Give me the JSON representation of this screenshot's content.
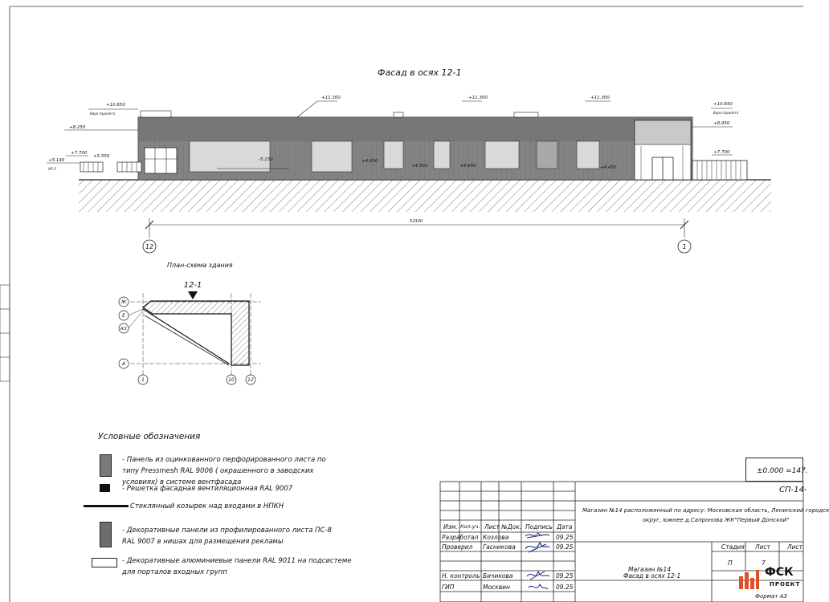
{
  "drawing": {
    "facade_title": "Фасад в осях 12-1",
    "overall_dimension": "52300",
    "axis_left": "12",
    "axis_right": "1",
    "elevations": {
      "m10650_left": "+10.650",
      "verh_parapeta_left": "Верх парапета",
      "m8250": "+8.250",
      "m7700_left": "+7.700",
      "m5550": "+5.550",
      "m5140": "+5.140",
      "ur_z": "УР.З",
      "m11300_a": "+11.300",
      "m11300_b": "+11.300",
      "m11300_c": "+11.300",
      "m5150": "-5.150",
      "m4950": "+4.950",
      "m4501": "+4.501",
      "m4650": "+4.650",
      "m4450": "+4.450",
      "m10650_right": "+10.650",
      "verh_parapeta_right": "Верх парапета",
      "m8950": "+8.950",
      "m7700_right": "+7.700"
    }
  },
  "plan": {
    "title": "План-схема здания",
    "view_label": "12-1",
    "axes_left": [
      "Ж",
      "Е",
      "А/1",
      "А"
    ],
    "axes_bottom": [
      "1",
      "10",
      "12"
    ]
  },
  "legend": {
    "title": "Условные обозначения",
    "items": [
      "- Панель из оцинкованного перфорированного листа по типу Pressmesh RAL 9006  ( окрашенного в заводских условиях) в системе вентфасада",
      "- Решетка фасадная вентиляционная RAL 9007",
      "Стеклянный козырек над входами в НПКН",
      "-  Декоративные панели из профилированного листа ПС-8 RAL 9007  в нишах для размещения рекламы",
      "-  Декоративные  алюминиевые панели RAL 9011 на подсистеме для порталов входных групп"
    ]
  },
  "titleblock": {
    "zero_mark": "±0.000 =147.",
    "code": "СП-14-",
    "headers": [
      "Изм.",
      "Кол.уч.",
      "Лист",
      "№Док.",
      "Подпись",
      "Дата"
    ],
    "rows": [
      {
        "role": "Разработал",
        "name": "Козлова",
        "date": "09.25"
      },
      {
        "role": "Проверил",
        "name": "Гасникова",
        "date": "09.25"
      },
      {
        "role": "Н. контроль",
        "name": "Бичикова",
        "date": "09.25"
      },
      {
        "role": "ГИП",
        "name": "Москвин",
        "date": "09.25"
      }
    ],
    "project_desc_line1": "Магазин №14 расположенный по адресу: Московская область, Ленинский городск",
    "project_desc_line2": "округ, южнее д.Сапронова ЖК\"Первый Донской\"",
    "object_name": "Магазин №14",
    "sheet_name": "Фасад в осях 12-1",
    "col_stage": "Стадия",
    "col_sheet": "Лист",
    "col_sheets": "Лист",
    "stage": "П",
    "sheet_no": "7",
    "logo_text": "ФСК",
    "logo_sub": "ПРОЕКТ",
    "format": "Формат А3"
  }
}
